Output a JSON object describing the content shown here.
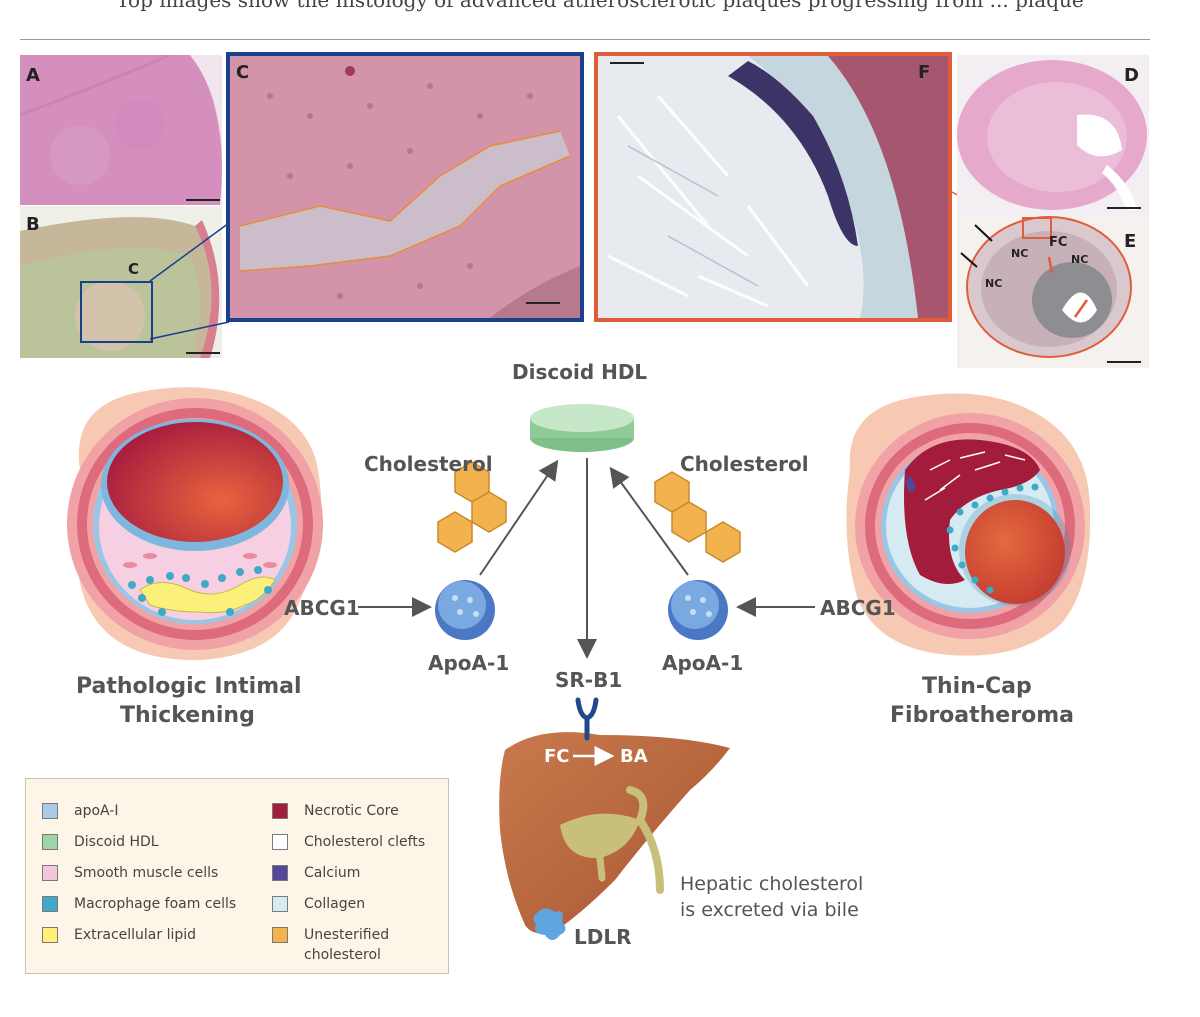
{
  "header_fragment": "Top images show the histology of advanced atherosclerotic plaques progressing from ... plaque",
  "panels": {
    "A": "A",
    "B": "B",
    "C_zoom_marker": "C",
    "C": "C",
    "F": "F",
    "D": "D",
    "E": "E",
    "E_labels": {
      "nc1": "NC",
      "nc2": "NC",
      "fc": "FC",
      "nc3": "NC"
    }
  },
  "diagram": {
    "discoid_hdl": "Discoid HDL",
    "cholesterol_left": "Cholesterol",
    "cholesterol_right": "Cholesterol",
    "abcg1_left": "ABCG1",
    "abcg1_right": "ABCG1",
    "apoa1_left": "ApoA-1",
    "apoa1_right": "ApoA-1",
    "srb1": "SR-B1",
    "fc": "FC",
    "ba": "BA",
    "ldlr": "LDLR",
    "hepatic_line1": "Hepatic cholesterol",
    "hepatic_line2": "is excreted via bile",
    "pit_line1": "Pathologic Intimal",
    "pit_line2": "Thickening",
    "tcfa_line1": "Thin-Cap",
    "tcfa_line2": "Fibroatheroma"
  },
  "legend": {
    "left": [
      {
        "label": "apoA-I",
        "color": "#a9cbe8"
      },
      {
        "label": "Discoid HDL",
        "color": "#9fd4a6"
      },
      {
        "label": "Smooth muscle cells",
        "color": "#f4c6dc"
      },
      {
        "label": "Macrophage foam cells",
        "color": "#3fa9c6"
      },
      {
        "label": "Extracellular lipid",
        "color": "#fff07a"
      }
    ],
    "right": [
      {
        "label": "Necrotic Core",
        "color": "#a31c3c"
      },
      {
        "label": "Cholesterol clefts",
        "color": "#ffffff"
      },
      {
        "label": "Calcium",
        "color": "#54479a"
      },
      {
        "label": "Collagen",
        "color": "#d6eaf2"
      },
      {
        "label": "Unesterified",
        "label2": "cholesterol",
        "color": "#f2b24e"
      }
    ]
  },
  "colors": {
    "panel_c_border": "#1b3f8f",
    "panel_f_border": "#e15d3a",
    "hdl_green": "#9fd4a6",
    "liver": "#b9623a",
    "cholesterol_hex": "#f2b24e"
  }
}
